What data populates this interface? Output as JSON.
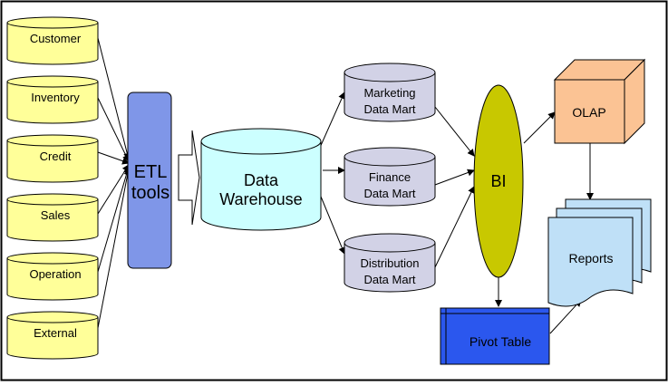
{
  "diagram": {
    "colors": {
      "source": "#ffff99",
      "etl": "#7f96e8",
      "warehouse": "#ccffff",
      "mart": "#d2d2e6",
      "bi": "#c8c800",
      "olap": "#fbc394",
      "reports": "#bfe0f7",
      "pivot": "#2b57ee",
      "border": "#000000"
    },
    "sources": [
      "Customer",
      "Inventory",
      "Credit",
      "Sales",
      "Operation",
      "External"
    ],
    "etl": {
      "line1": "ETL",
      "line2": "tools"
    },
    "warehouse": {
      "line1": "Data",
      "line2": "Warehouse"
    },
    "marts": [
      {
        "line1": "Marketing",
        "line2": "Data Mart"
      },
      {
        "line1": "Finance",
        "line2": "Data Mart"
      },
      {
        "line1": "Distribution",
        "line2": "Data Mart"
      }
    ],
    "bi": "BI",
    "olap": "OLAP",
    "reports": "Reports",
    "pivot": "Pivot Table"
  }
}
